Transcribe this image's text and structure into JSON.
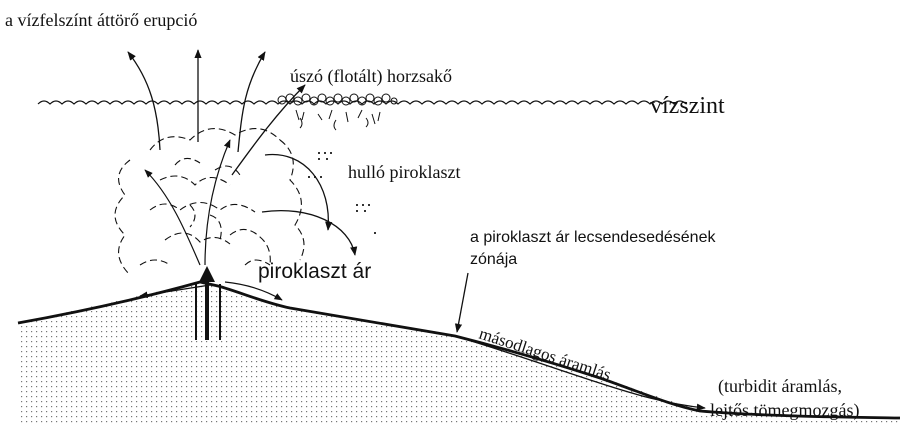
{
  "labels": {
    "eruption": "a vízfelszínt áttörő erupció",
    "pumice": "úszó (flotált) horzsakő",
    "water_level": "vízszint",
    "falling": "hulló piroklaszt",
    "calming_line1": "a piroklaszt ár lecsendesedésének",
    "calming_line2": "zónája",
    "flow": "piroklaszt ár",
    "secondary": "másodlagos áramlás",
    "turbidite_line1": "(turbidit áramlás,",
    "turbidite_line2": "lejtős tömegmozgás)"
  },
  "colors": {
    "ink": "#111111",
    "background": "#ffffff"
  }
}
